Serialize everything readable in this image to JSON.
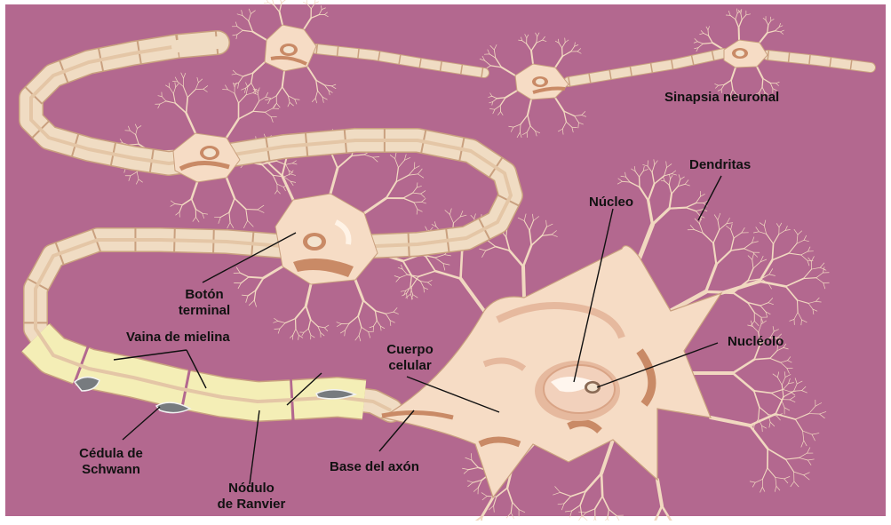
{
  "colors": {
    "background": "#b3688f",
    "frame": "#ffffff",
    "myelin": "#f0dcc3",
    "myelin_stroke": "#c9a07f",
    "myelin_near": "#f4eeb6",
    "cell_body": "#f6dcc5",
    "cell_shade": "#e6b99e",
    "cell_dark": "#c98a66",
    "axon": "#f6dcc5",
    "dendrite": "#f1d8c0",
    "nucleus_ring": "#d9a486",
    "schwann_nucleus": "#777b7f",
    "leader": "#111111"
  },
  "labels": {
    "sinapsia": "Sinapsia neuronal",
    "dendritas": "Dendritas",
    "nucleo": "Núcleo",
    "nucleolo": "Nucléolo",
    "boton_1": "Botón",
    "boton_2": "terminal",
    "vaina": "Vaina de mielina",
    "cuerpo_1": "Cuerpo",
    "cuerpo_2": "celular",
    "celula_1": "Cédula de",
    "celula_2": "Schwann",
    "base": "Base del axón",
    "nodulo_1": "Nódulo",
    "nodulo_2": "de Ranvier"
  }
}
